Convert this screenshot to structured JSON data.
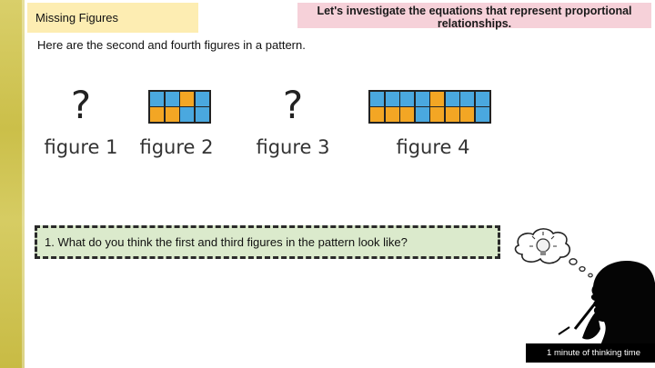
{
  "topic": {
    "title": "Missing Figures"
  },
  "lesson": {
    "objective": "Let's investigate the equations that represent proportional relationships."
  },
  "intro": {
    "text": "Here are the second and fourth figures in a pattern."
  },
  "figures": [
    {
      "label": "figure 1",
      "content": "?"
    },
    {
      "label": "figure 2",
      "content": "grid"
    },
    {
      "label": "figure 3",
      "content": "?"
    },
    {
      "label": "figure 4",
      "content": "grid"
    }
  ],
  "colors": {
    "blue_square": "#4aa8df",
    "orange_square": "#f3a624",
    "topic_bg": "#fdedb2",
    "lesson_bg": "#f6d1d9",
    "question_bg": "#dbeacc"
  },
  "question": {
    "text": "1. What do you think the first and third figures in the pattern look like?"
  },
  "timer": {
    "text": "1 minute of thinking time"
  },
  "icons": {
    "thinking_person": "thinking-person-icon",
    "lightbulb": "lightbulb-icon"
  }
}
